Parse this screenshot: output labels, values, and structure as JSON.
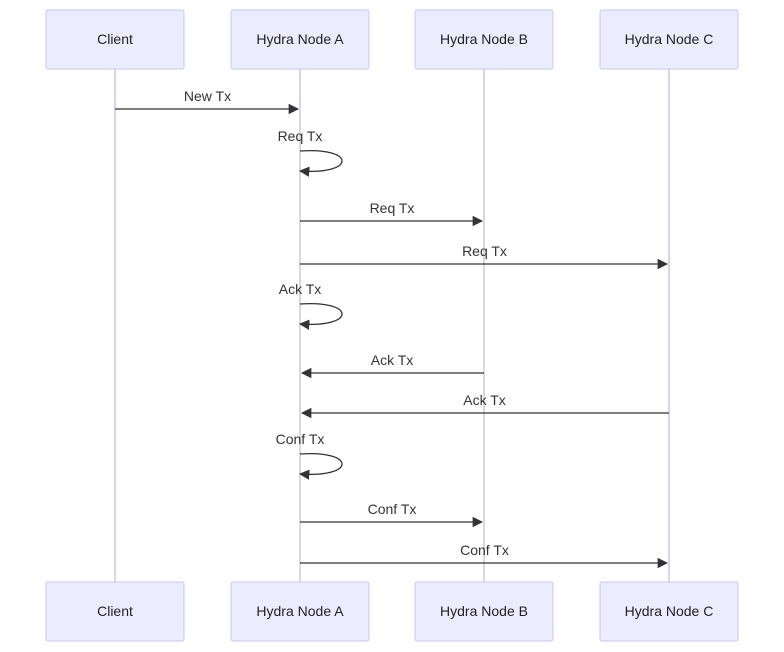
{
  "participants": [
    {
      "id": "client",
      "label": "Client"
    },
    {
      "id": "node_a",
      "label": "Hydra Node A"
    },
    {
      "id": "node_b",
      "label": "Hydra Node B"
    },
    {
      "id": "node_c",
      "label": "Hydra Node C"
    }
  ],
  "messages": [
    {
      "from": "client",
      "to": "node_a",
      "label": "New Tx"
    },
    {
      "from": "node_a",
      "to": "node_a",
      "label": "Req Tx"
    },
    {
      "from": "node_a",
      "to": "node_b",
      "label": "Req Tx"
    },
    {
      "from": "node_a",
      "to": "node_c",
      "label": "Req Tx"
    },
    {
      "from": "node_a",
      "to": "node_a",
      "label": "Ack Tx"
    },
    {
      "from": "node_b",
      "to": "node_a",
      "label": "Ack Tx"
    },
    {
      "from": "node_c",
      "to": "node_a",
      "label": "Ack Tx"
    },
    {
      "from": "node_a",
      "to": "node_a",
      "label": "Conf Tx"
    },
    {
      "from": "node_a",
      "to": "node_b",
      "label": "Conf Tx"
    },
    {
      "from": "node_a",
      "to": "node_c",
      "label": "Conf Tx"
    }
  ],
  "colors": {
    "actor_fill": "#ececff",
    "actor_stroke": "#c7c7ee",
    "lifeline": "#d6d6ee",
    "message": "#333333"
  }
}
